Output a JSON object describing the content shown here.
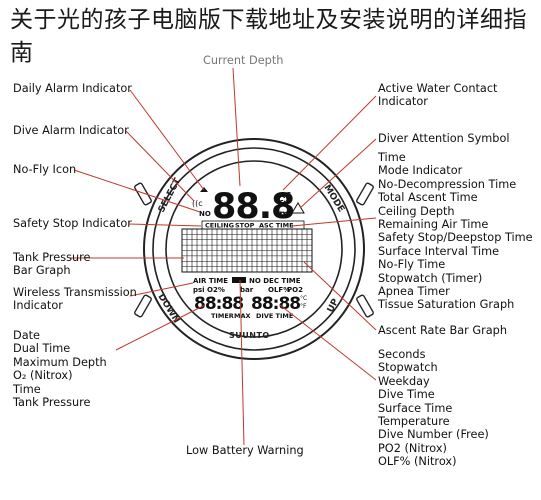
{
  "title": "关于光的孩子电脑版下载地址及安装说明的详细指南",
  "brand": "SUUNTO",
  "bezel": {
    "select": "SELECT",
    "mode": "MODE",
    "down": "DOWN",
    "up": "UP"
  },
  "display": {
    "depth_digits": "88.8",
    "units_ac": "AC",
    "units_ft": "ft",
    "units_m": "m",
    "no_label": "NO",
    "segment_labels": [
      "CEILING",
      "STOP",
      "ASC TIME"
    ],
    "row_labels": [
      "AIR TIME",
      "NO DEC TIME"
    ],
    "sub_labels": [
      "psi",
      "O2%",
      "bar",
      "OLF%",
      "PO2"
    ],
    "bottom_digits_left": "88:88",
    "bottom_digits_right": "88:88",
    "bottom_labels": [
      "TIMER",
      "MAX",
      "DIVE TIME"
    ],
    "temp_units": [
      "°C",
      "°F"
    ]
  },
  "labels": {
    "current_depth": "Current Depth",
    "daily_alarm": "Daily Alarm Indicator",
    "dive_alarm": "Dive Alarm Indicator",
    "no_fly": "No-Fly Icon",
    "safety_stop": "Safety Stop Indicator",
    "tank_pressure_bar": [
      "Tank Pressure",
      "Bar Graph"
    ],
    "wireless": [
      "Wireless Transmission",
      "Indicator"
    ],
    "left_bottom": [
      "Date",
      "Dual Time",
      "Maximum Depth",
      "O₂ (Nitrox)",
      "Time",
      "Tank Pressure"
    ],
    "active_water": [
      "Active Water Contact",
      "Indicator"
    ],
    "diver_attention": "Diver Attention Symbol",
    "right_middle": [
      "Time",
      "Mode Indicator",
      "No-Decompression Time",
      "Total Ascent Time",
      "Ceiling Depth",
      "Remaining Air Time",
      "Safety Stop/Deepstop Time",
      "Surface Interval Time",
      "No-Fly Time",
      "Stopwatch (Timer)",
      "Apnea Timer",
      "Tissue Saturation Graph"
    ],
    "ascent_rate": "Ascent Rate Bar Graph",
    "right_bottom": [
      "Seconds",
      "Stopwatch",
      "Weekday",
      "Dive Time",
      "Surface Time",
      "Temperature",
      "Dive Number (Free)",
      "PO2 (Nitrox)",
      "OLF% (Nitrox)"
    ],
    "low_battery": "Low Battery Warning"
  }
}
